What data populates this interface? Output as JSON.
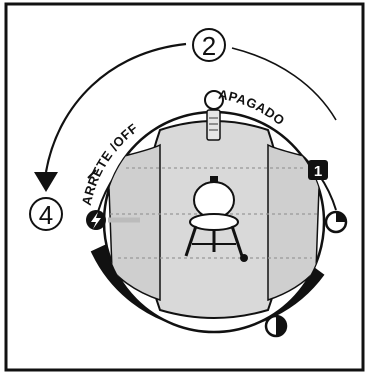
{
  "diagram": {
    "step_top": "2",
    "step_left": "4",
    "label_arc_left": "ARRETE /OFF",
    "label_arc_right": "APAGADO",
    "badge_right": "1"
  }
}
